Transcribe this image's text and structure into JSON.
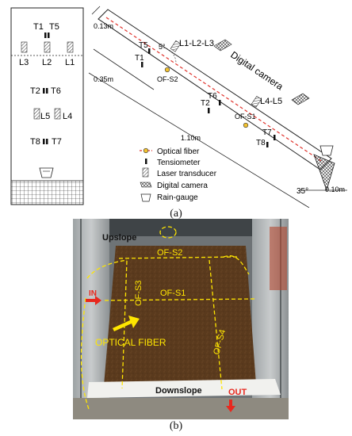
{
  "panel_a": {
    "caption": "(a)",
    "plan": {
      "tensiometers_top": [
        "T1",
        "T5"
      ],
      "lasers_top": [
        "L3",
        "L2",
        "L1"
      ],
      "tensiometers_mid": [
        "T2",
        "T6"
      ],
      "lasers_mid": [
        "L5",
        "L4"
      ],
      "tensiometers_bottom": [
        "T8",
        "T7"
      ]
    },
    "section": {
      "dim_top": "0.13m",
      "dim_left": "0.35m",
      "dim_length": "1.10m",
      "dim_toe": "0.10m",
      "angle_small": "5°",
      "angle_slope": "35°",
      "laser_group_1": "L1-L2-L3",
      "laser_group_2": "L4-L5",
      "camera_label": "Digital camera",
      "fiber_s2": "OF-S2",
      "fiber_s1": "OF-S1",
      "tensiometers": [
        "T5",
        "T1",
        "T6",
        "T2",
        "T7",
        "T8"
      ]
    },
    "legend": [
      "Optical fiber",
      "Tensiometer",
      "Laser transducer",
      "Digital camera",
      "Rain-gauge"
    ]
  },
  "panel_b": {
    "caption": "(b)",
    "labels": {
      "upslope": "Upslope",
      "downslope": "Downslope",
      "in": "IN",
      "out": "OUT",
      "optical_fiber": "OPTICAL FIBER",
      "of_s1": "OF-S1",
      "of_s2": "OF-S2",
      "of_s3": "OF-S3",
      "of_s4": "OF-S4"
    }
  },
  "colors": {
    "fiber_dot": "#f2c230",
    "fiber_line": "#e0322b",
    "annotation": "#ffe600",
    "arrow": "#e8281e",
    "soil": "#5a3a1d"
  }
}
